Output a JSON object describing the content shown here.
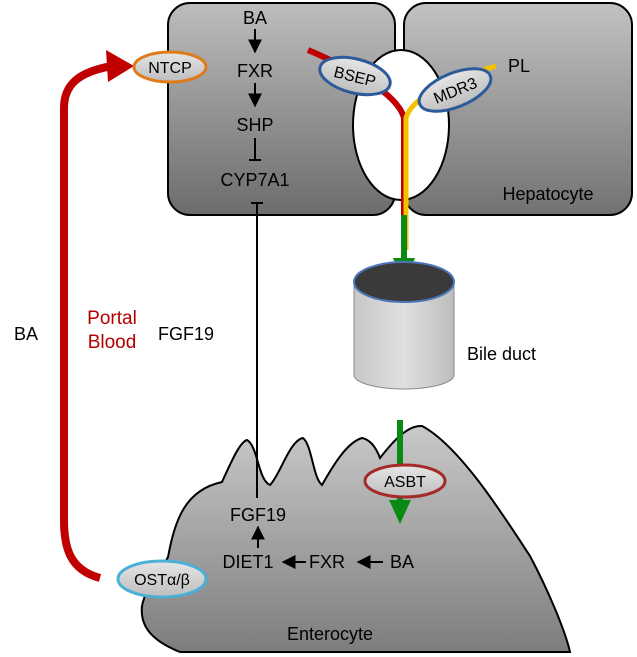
{
  "hepatocyte": {
    "cascade": [
      "BA",
      "FXR",
      "SHP",
      "CYP7A1"
    ],
    "label": "Hepatocyte"
  },
  "transporters": {
    "ntcp": "NTCP",
    "bsep": "BSEP",
    "mdr3": "MDR3",
    "asbt": "ASBT",
    "ost": "OSTα/β"
  },
  "pl_label": "PL",
  "bile_duct_label": "Bile duct",
  "circulation": {
    "ba_label": "BA",
    "portal_line1": "Portal",
    "portal_line2": "Blood",
    "fgf19_label": "FGF19"
  },
  "enterocyte": {
    "fgf19": "FGF19",
    "diet1": "DIET1",
    "fxr": "FXR",
    "ba": "BA",
    "label": "Enterocyte"
  },
  "colors": {
    "cell_fill": "#8f8f8f",
    "portal_red": "#c00000",
    "bile_green": "#0a8a12",
    "bile_yellow": "#f2c200",
    "ntcp_border": "#e07b1a",
    "bsep_border": "#2d5a9a",
    "asbt_border": "#a52a2a",
    "ost_border": "#4ab0d8"
  }
}
